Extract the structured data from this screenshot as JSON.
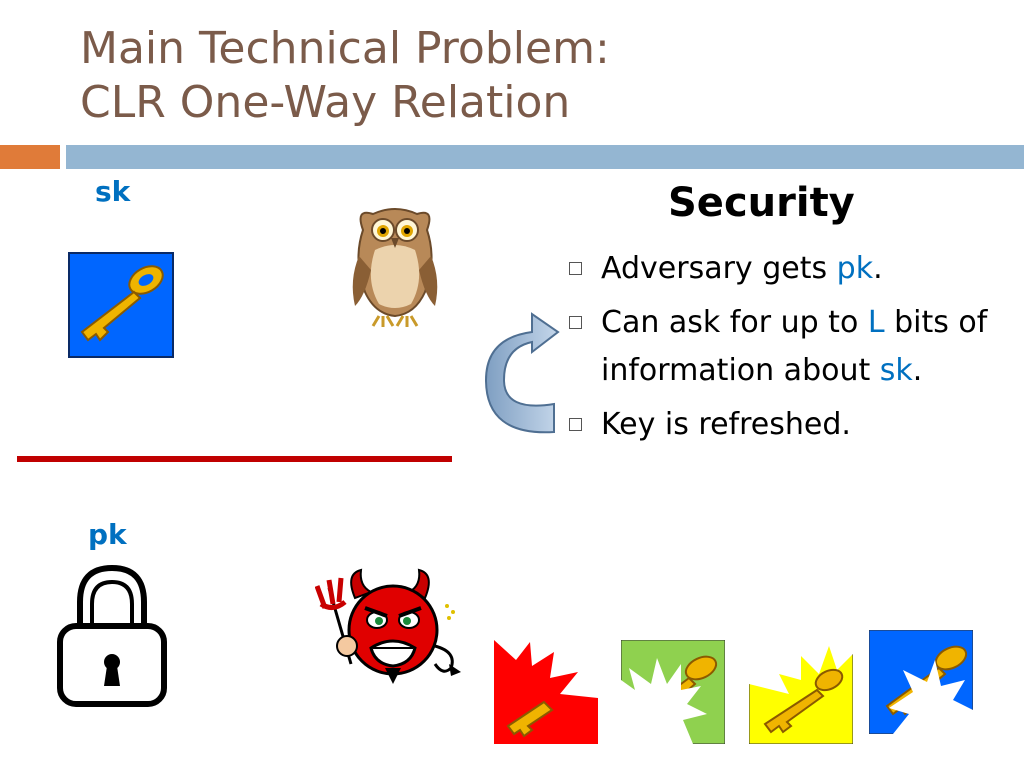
{
  "title": {
    "line1": "Main Technical Problem:",
    "line2": "CLR One-Way Relation"
  },
  "labels": {
    "sk": "sk",
    "pk": "pk"
  },
  "security": {
    "heading": "Security",
    "bullets": [
      {
        "pre": "Adversary gets ",
        "hl": "pk",
        "post": "."
      },
      {
        "pre": "Can ask for up to ",
        "hl": "L",
        "mid": " bits of information about ",
        "hl2": "sk",
        "post": "."
      },
      {
        "pre": "Key is refreshed."
      }
    ]
  },
  "colors": {
    "title": "#7b5b4a",
    "accent_blue": "#0070c0",
    "divider": "#c00000",
    "bar_orange": "#e07b39",
    "bar_blue": "#94b6d2",
    "tile_red": "#ff0000",
    "tile_green": "#8fd14f",
    "tile_yellow": "#ffff00",
    "tile_blue": "#0066ff"
  },
  "icons": [
    "key-icon",
    "owl-icon",
    "padlock-icon",
    "devil-icon",
    "curved-arrow-icon",
    "leaked-key-tile-icon"
  ]
}
